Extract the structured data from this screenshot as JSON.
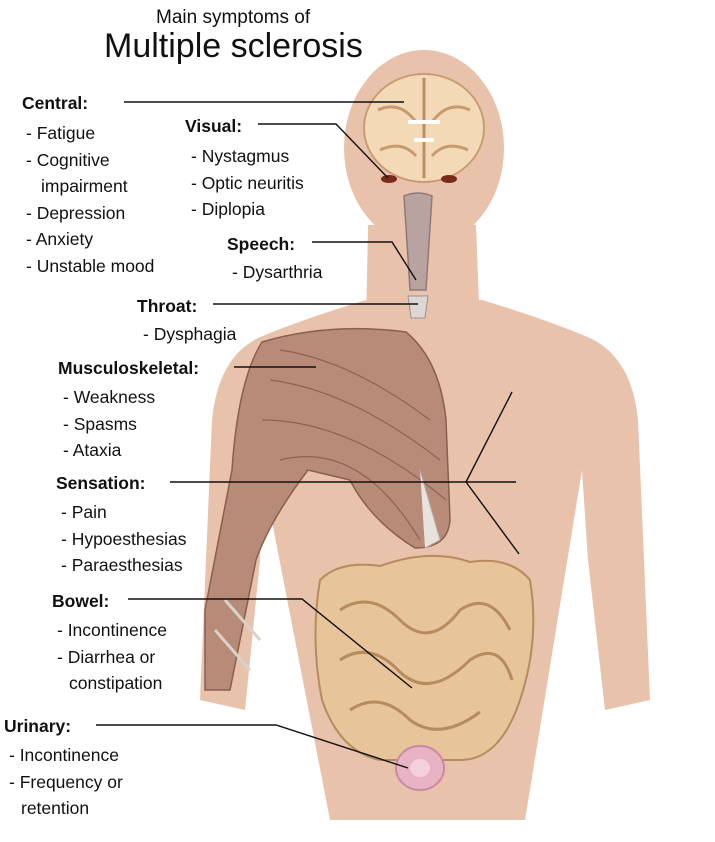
{
  "subtitle": "Main symptoms of",
  "title": "Multiple sclerosis",
  "groups": {
    "central": {
      "heading": "Central:",
      "items": [
        "- Fatigue",
        "- Cognitive",
        "impairment",
        "- Depression",
        "- Anxiety",
        "- Unstable mood"
      ]
    },
    "visual": {
      "heading": "Visual:",
      "items": [
        "- Nystagmus",
        "- Optic neuritis",
        "- Diplopia"
      ]
    },
    "speech": {
      "heading": "Speech:",
      "items": [
        "- Dysarthria"
      ]
    },
    "throat": {
      "heading": "Throat:",
      "items": [
        "- Dysphagia"
      ]
    },
    "musculoskeletal": {
      "heading": "Musculoskeletal:",
      "items": [
        "- Weakness",
        "- Spasms",
        "- Ataxia"
      ]
    },
    "sensation": {
      "heading": "Sensation:",
      "items": [
        "- Pain",
        "- Hypoesthesias",
        "- Paraesthesias"
      ]
    },
    "bowel": {
      "heading": "Bowel:",
      "items": [
        "- Incontinence",
        "- Diarrhea or",
        "constipation"
      ]
    },
    "urinary": {
      "heading": "Urinary:",
      "items": [
        "- Incontinence",
        "- Frequency or",
        "retention"
      ]
    }
  },
  "colors": {
    "skin": "#e8c2ab",
    "brain": "#f3d9b6",
    "muscle": "#b88a78",
    "intestine": "#e7c49a",
    "bladder": "#e8b3c4",
    "leader_line": "#111111"
  }
}
